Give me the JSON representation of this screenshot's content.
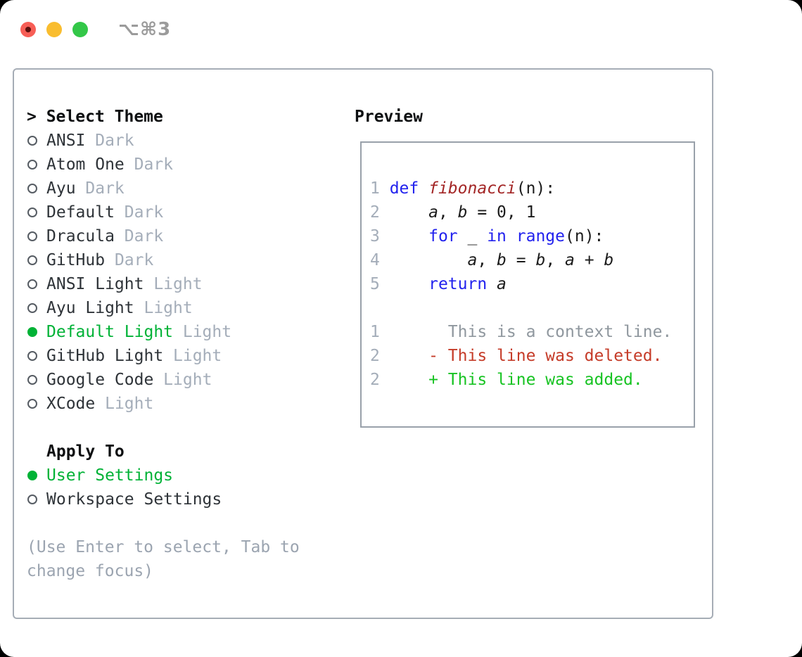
{
  "window": {
    "title": "⌥⌘3"
  },
  "traffic_lights": {
    "close_color": "#f75e56",
    "close_inner_dot_color": "#5c0f0c",
    "minimize_color": "#f9bd2f",
    "maximize_color": "#33c748"
  },
  "colors": {
    "selected_green": "#00b236",
    "keyword_blue": "#2222ee",
    "function_red": "#a32626",
    "deleted_red": "#c53b28",
    "added_green": "#17c322",
    "muted_gray": "#a4adb9",
    "panel_border": "#a6adb6"
  },
  "theme_list": {
    "cursor": "> ",
    "header": "Select Theme",
    "items": [
      {
        "name": "ANSI",
        "tag": "Dark",
        "selected": false
      },
      {
        "name": "Atom One",
        "tag": "Dark",
        "selected": false
      },
      {
        "name": "Ayu",
        "tag": "Dark",
        "selected": false
      },
      {
        "name": "Default",
        "tag": "Dark",
        "selected": false
      },
      {
        "name": "Dracula",
        "tag": "Dark",
        "selected": false
      },
      {
        "name": "GitHub",
        "tag": "Dark",
        "selected": false
      },
      {
        "name": "ANSI Light",
        "tag": "Light",
        "selected": false
      },
      {
        "name": "Ayu Light",
        "tag": "Light",
        "selected": false
      },
      {
        "name": "Default Light",
        "tag": "Light",
        "selected": true
      },
      {
        "name": "GitHub Light",
        "tag": "Light",
        "selected": false
      },
      {
        "name": "Google Code",
        "tag": "Light",
        "selected": false
      },
      {
        "name": "XCode",
        "tag": "Light",
        "selected": false
      }
    ]
  },
  "apply_to": {
    "header": "Apply To",
    "options": [
      {
        "name": "User Settings",
        "selected": true
      },
      {
        "name": "Workspace Settings",
        "selected": false
      }
    ]
  },
  "help": {
    "line1": "(Use Enter to select, Tab to",
    "line2": "change focus)"
  },
  "preview": {
    "header": "Preview",
    "lines": [
      {
        "number": "1 ",
        "segments": [
          {
            "t": "def",
            "s": "kw"
          },
          {
            "t": " ",
            "s": "p"
          },
          {
            "t": "fibonacci",
            "s": "fn"
          },
          {
            "t": "(n):",
            "s": "p"
          }
        ]
      },
      {
        "number": "2 ",
        "segments": [
          {
            "t": "    ",
            "s": "p"
          },
          {
            "t": "a",
            "s": "v"
          },
          {
            "t": ", ",
            "s": "p"
          },
          {
            "t": "b",
            "s": "v"
          },
          {
            "t": " = 0, 1",
            "s": "p"
          }
        ]
      },
      {
        "number": "3 ",
        "segments": [
          {
            "t": "    ",
            "s": "p"
          },
          {
            "t": "for",
            "s": "kw"
          },
          {
            "t": " _ ",
            "s": "p"
          },
          {
            "t": "in",
            "s": "kw"
          },
          {
            "t": " ",
            "s": "p"
          },
          {
            "t": "range",
            "s": "kw"
          },
          {
            "t": "(n):",
            "s": "p"
          }
        ]
      },
      {
        "number": "4 ",
        "segments": [
          {
            "t": "        ",
            "s": "p"
          },
          {
            "t": "a",
            "s": "v"
          },
          {
            "t": ", ",
            "s": "p"
          },
          {
            "t": "b",
            "s": "v"
          },
          {
            "t": " = ",
            "s": "p"
          },
          {
            "t": "b",
            "s": "v"
          },
          {
            "t": ", ",
            "s": "p"
          },
          {
            "t": "a",
            "s": "v"
          },
          {
            "t": " + ",
            "s": "p"
          },
          {
            "t": "b",
            "s": "v"
          }
        ]
      },
      {
        "number": "5 ",
        "segments": [
          {
            "t": "    ",
            "s": "p"
          },
          {
            "t": "return",
            "s": "kw"
          },
          {
            "t": " ",
            "s": "p"
          },
          {
            "t": "a",
            "s": "v"
          }
        ]
      },
      {
        "number": "",
        "segments": []
      },
      {
        "number": "1",
        "segments": [
          {
            "t": "       This is a context line.",
            "s": "ctx"
          }
        ]
      },
      {
        "number": "2",
        "segments": [
          {
            "t": "     - This line was deleted.",
            "s": "del"
          }
        ]
      },
      {
        "number": "2",
        "segments": [
          {
            "t": "     + This line was added.",
            "s": "add"
          }
        ]
      }
    ]
  }
}
